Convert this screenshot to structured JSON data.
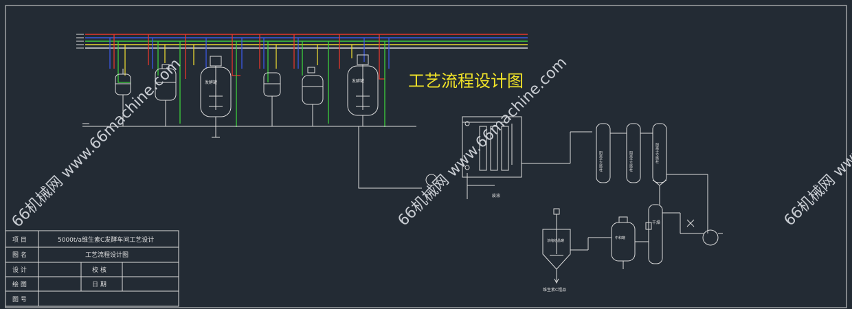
{
  "diagram": {
    "title": "工艺流程设计图",
    "watermarks": [
      "66机械网 www.66machine.com",
      "66机械网 www.66machine.com",
      "66机械网 www"
    ],
    "colors": {
      "background": "#232b34",
      "frame": "#dcdcdc",
      "pipe_red": "#e8362b",
      "pipe_blue": "#3a58e6",
      "pipe_green": "#3ccf3c",
      "pipe_yellow": "#e8d632",
      "title_yellow": "#f2e428",
      "watermark": "#c8ccd2"
    },
    "vessel_labels": {
      "seed_tank_1": "发酵罐",
      "seed_tank_2": "发酵罐",
      "column_1": "阳离子交换柱",
      "column_2": "阴离子交换柱",
      "column_3": "阳离子交换柱",
      "dryer": "干燥",
      "neutralizer": "中和罐",
      "concentrator": "浓缩结晶罐",
      "filtrate": "废液",
      "product": "维生素C粗品"
    }
  },
  "title_block": {
    "project_label": "项 目",
    "project_value": "5000t/a维生素C发酵车间工艺设计",
    "drawing_name_label": "图 名",
    "drawing_name_value": "工艺流程设计图",
    "design_label": "设 计",
    "check_label": "校 核",
    "draw_label": "绘 图",
    "date_label": "日 期",
    "number_label": "图 号"
  }
}
